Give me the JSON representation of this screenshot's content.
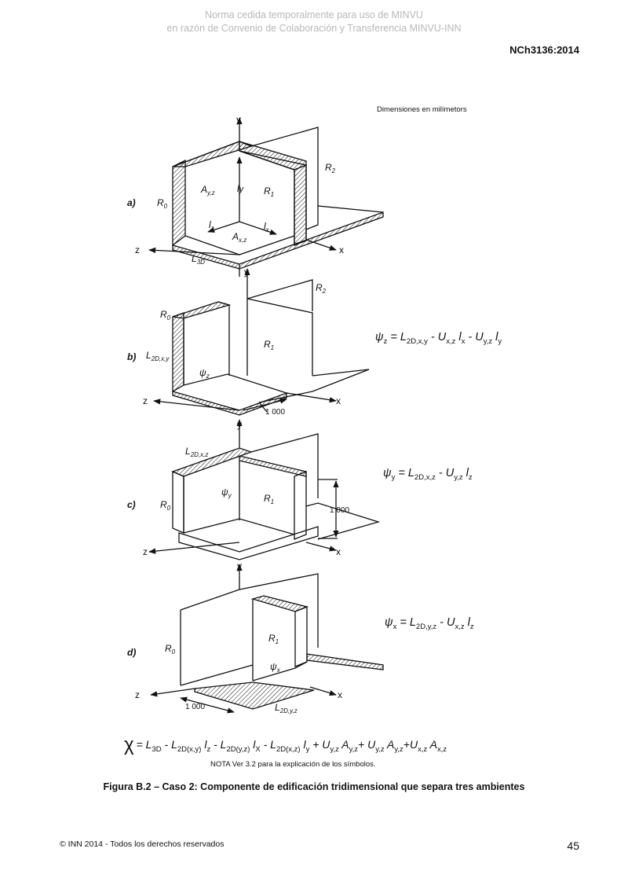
{
  "header": {
    "watermark_line1": "Norma cedida temporalmente para uso de MINVU",
    "watermark_line2": "en razón de Convenio de Colaboración y Transferencia MINVU-INN",
    "standard_code": "NCh3136:2014"
  },
  "figure": {
    "dimensions_note": "Dimensiones en milímetors",
    "axes": {
      "x": "x",
      "y": "y",
      "z": "z"
    },
    "dimension_value": "1 000",
    "panels": [
      {
        "id": "a)",
        "labels": {
          "R0": "R",
          "R0s": "0",
          "R1": "R",
          "R1s": "1",
          "R2": "R",
          "R2s": "2",
          "A1": "A",
          "A1s": "y,z",
          "A2": "A",
          "A2s": "x,z",
          "ly": "l",
          "lys": "y",
          "lz": "l",
          "lzs": "z",
          "lx": "l",
          "lxs": "x",
          "L3D": "L",
          "L3Ds": "3D"
        }
      },
      {
        "id": "b)",
        "labels": {
          "R0": "R",
          "R0s": "0",
          "R1": "R",
          "R1s": "1",
          "R2": "R",
          "R2s": "2",
          "L": "L",
          "Ls": "2D,x,y",
          "psi": "ψ",
          "psis": "z"
        }
      },
      {
        "id": "c)",
        "labels": {
          "R0": "R",
          "R0s": "0",
          "R1": "R",
          "R1s": "1",
          "L": "L",
          "Ls": "2D,x,z",
          "psi": "ψ",
          "psis": "y"
        }
      },
      {
        "id": "d)",
        "labels": {
          "R0": "R",
          "R0s": "0",
          "R1": "R",
          "R1s": "1",
          "L": "L",
          "Ls": "2D,y,z",
          "psi": "ψ",
          "psis": "x"
        }
      }
    ]
  },
  "equations": {
    "psi_z": {
      "lhs": "ψ",
      "lhs_sub": "z",
      "t1": "= L",
      "t1s": "2D,x,y",
      "t2": " - U",
      "t2s": "x,z",
      "t3": " l",
      "t3s": "x",
      "t4": " - U",
      "t4s": "y,z",
      "t5": " l",
      "t5s": "y"
    },
    "psi_y": {
      "lhs": "ψ",
      "lhs_sub": "y",
      "t1": "= L",
      "t1s": "2D,x,z",
      "t2": " - U",
      "t2s": "y,z",
      "t3": " l",
      "t3s": "z"
    },
    "psi_x": {
      "lhs": "ψ",
      "lhs_sub": "x",
      "t1": "= L",
      "t1s": "2D,y,z",
      "t2": " - U",
      "t2s": "x,z",
      "t3": " l",
      "t3s": "z"
    },
    "chi": {
      "symbol": "χ",
      "p1": "= L",
      "p1s": "3D",
      "p2": " - L",
      "p2s": "2D(x,y)",
      "p3": " l",
      "p3s": "z",
      "p4": " - L",
      "p4s": "2D(y,z)",
      "p5": " l",
      "p5s": "X",
      "p6": " - L",
      "p6s": "2D(x,z)",
      "p7": " l",
      "p7s": "y",
      "p8": " + U",
      "p8s": "y,z",
      "p9": " A",
      "p9s": "y,z",
      "p10": "+ U",
      "p10s": "y,z",
      "p11": " A",
      "p11s": "y,z",
      "p12": "+U",
      "p12s": "x,z",
      "p13": " A",
      "p13s": "x,z"
    }
  },
  "nota": "NOTA  Ver 3.2 para la explicación de los símbolos.",
  "caption": "Figura B.2 – Caso 2: Componente de edificación tridimensional que separa tres ambientes",
  "footer": {
    "copyright": "© INN 2014 - Todos los derechos reservados",
    "page_number": "45"
  }
}
